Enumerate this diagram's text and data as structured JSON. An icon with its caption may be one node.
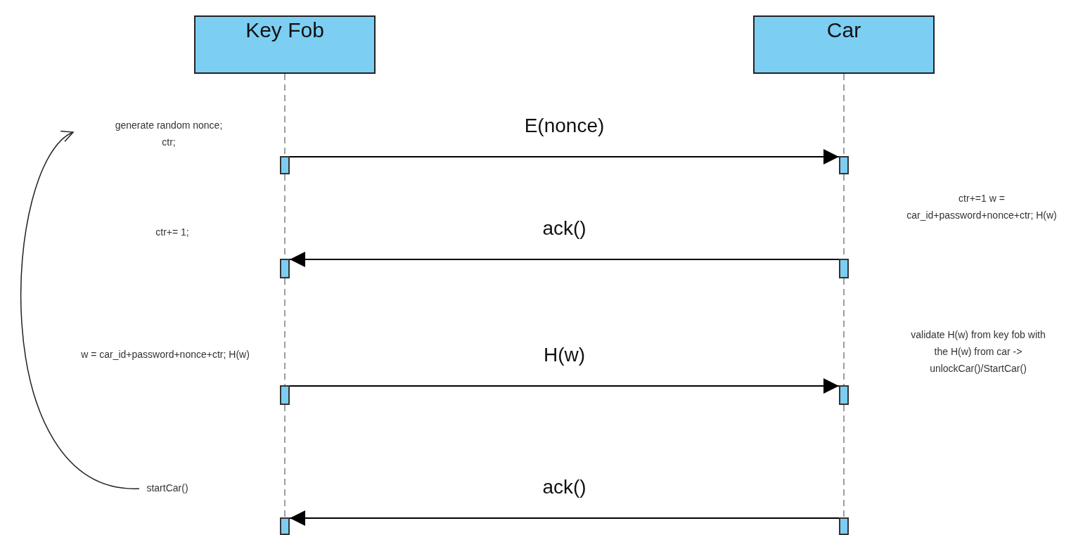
{
  "diagram": {
    "nodes": [
      {
        "text": [
          "Key Fob"
        ]
      },
      {
        "text": [
          "Car"
        ]
      },
      {
        "text": [
          "generate random nonce; ctr;"
        ]
      },
      {
        "text": [],
        "shape": "bar"
      },
      {
        "text": [],
        "shape": "bar"
      },
      {
        "text": [],
        "shape": "bar"
      },
      {
        "text": [],
        "shape": "bar"
      },
      {
        "text": [],
        "shape": "bar"
      },
      {
        "text": [],
        "shape": "bar"
      },
      {
        "text": [
          "startCar()"
        ]
      },
      {
        "text": [],
        "shape": "bar"
      },
      {
        "text": [],
        "shape": "bar"
      }
    ],
    "edges": [
      {
        "from": 3,
        "to": 4,
        "arrow": "to",
        "label": "E(nonce)",
        "color": "#000000"
      },
      {
        "from": 6,
        "to": 5,
        "arrow": "to",
        "label": "ack()",
        "color": "#000000"
      },
      {
        "from": 7,
        "to": 8,
        "arrow": "to",
        "label": "H(w)",
        "color": "#000000"
      },
      {
        "from": 11,
        "to": 10,
        "arrow": "to",
        "label": "ack()",
        "color": "#000000"
      },
      {
        "from": 9,
        "to": 2,
        "arrow": "to",
        "color": "#222222"
      },
      {
        "from": 0,
        "to": 3,
        "arrow": "none",
        "style": "dashed",
        "color": "#7f7f7f"
      },
      {
        "from": 3,
        "to": 5,
        "arrow": "none",
        "style": "dashed",
        "color": "#7f7f7f"
      },
      {
        "from": 5,
        "to": 7,
        "arrow": "none",
        "style": "dashed",
        "color": "#7f7f7f"
      },
      {
        "from": 7,
        "to": 10,
        "arrow": "none",
        "style": "dashed",
        "color": "#7f7f7f"
      },
      {
        "from": 1,
        "to": 4,
        "arrow": "none",
        "style": "dashed",
        "color": "#7f7f7f"
      },
      {
        "from": 4,
        "to": 6,
        "arrow": "none",
        "style": "dashed",
        "color": "#7f7f7f"
      },
      {
        "from": 6,
        "to": 8,
        "arrow": "none",
        "style": "dashed",
        "color": "#7f7f7f"
      },
      {
        "from": 8,
        "to": 11,
        "arrow": "none",
        "style": "dashed",
        "color": "#7f7f7f"
      }
    ],
    "labels": [
      "ctr+= 1;",
      "ctr+=1 w = car_id+password+nonce+ctr; H(w)",
      "w = car_id+password+nonce+ctr; H(w)",
      "validate H(w) from key fob with the H(w) from car -> unlockCar()/StartCar()"
    ]
  }
}
